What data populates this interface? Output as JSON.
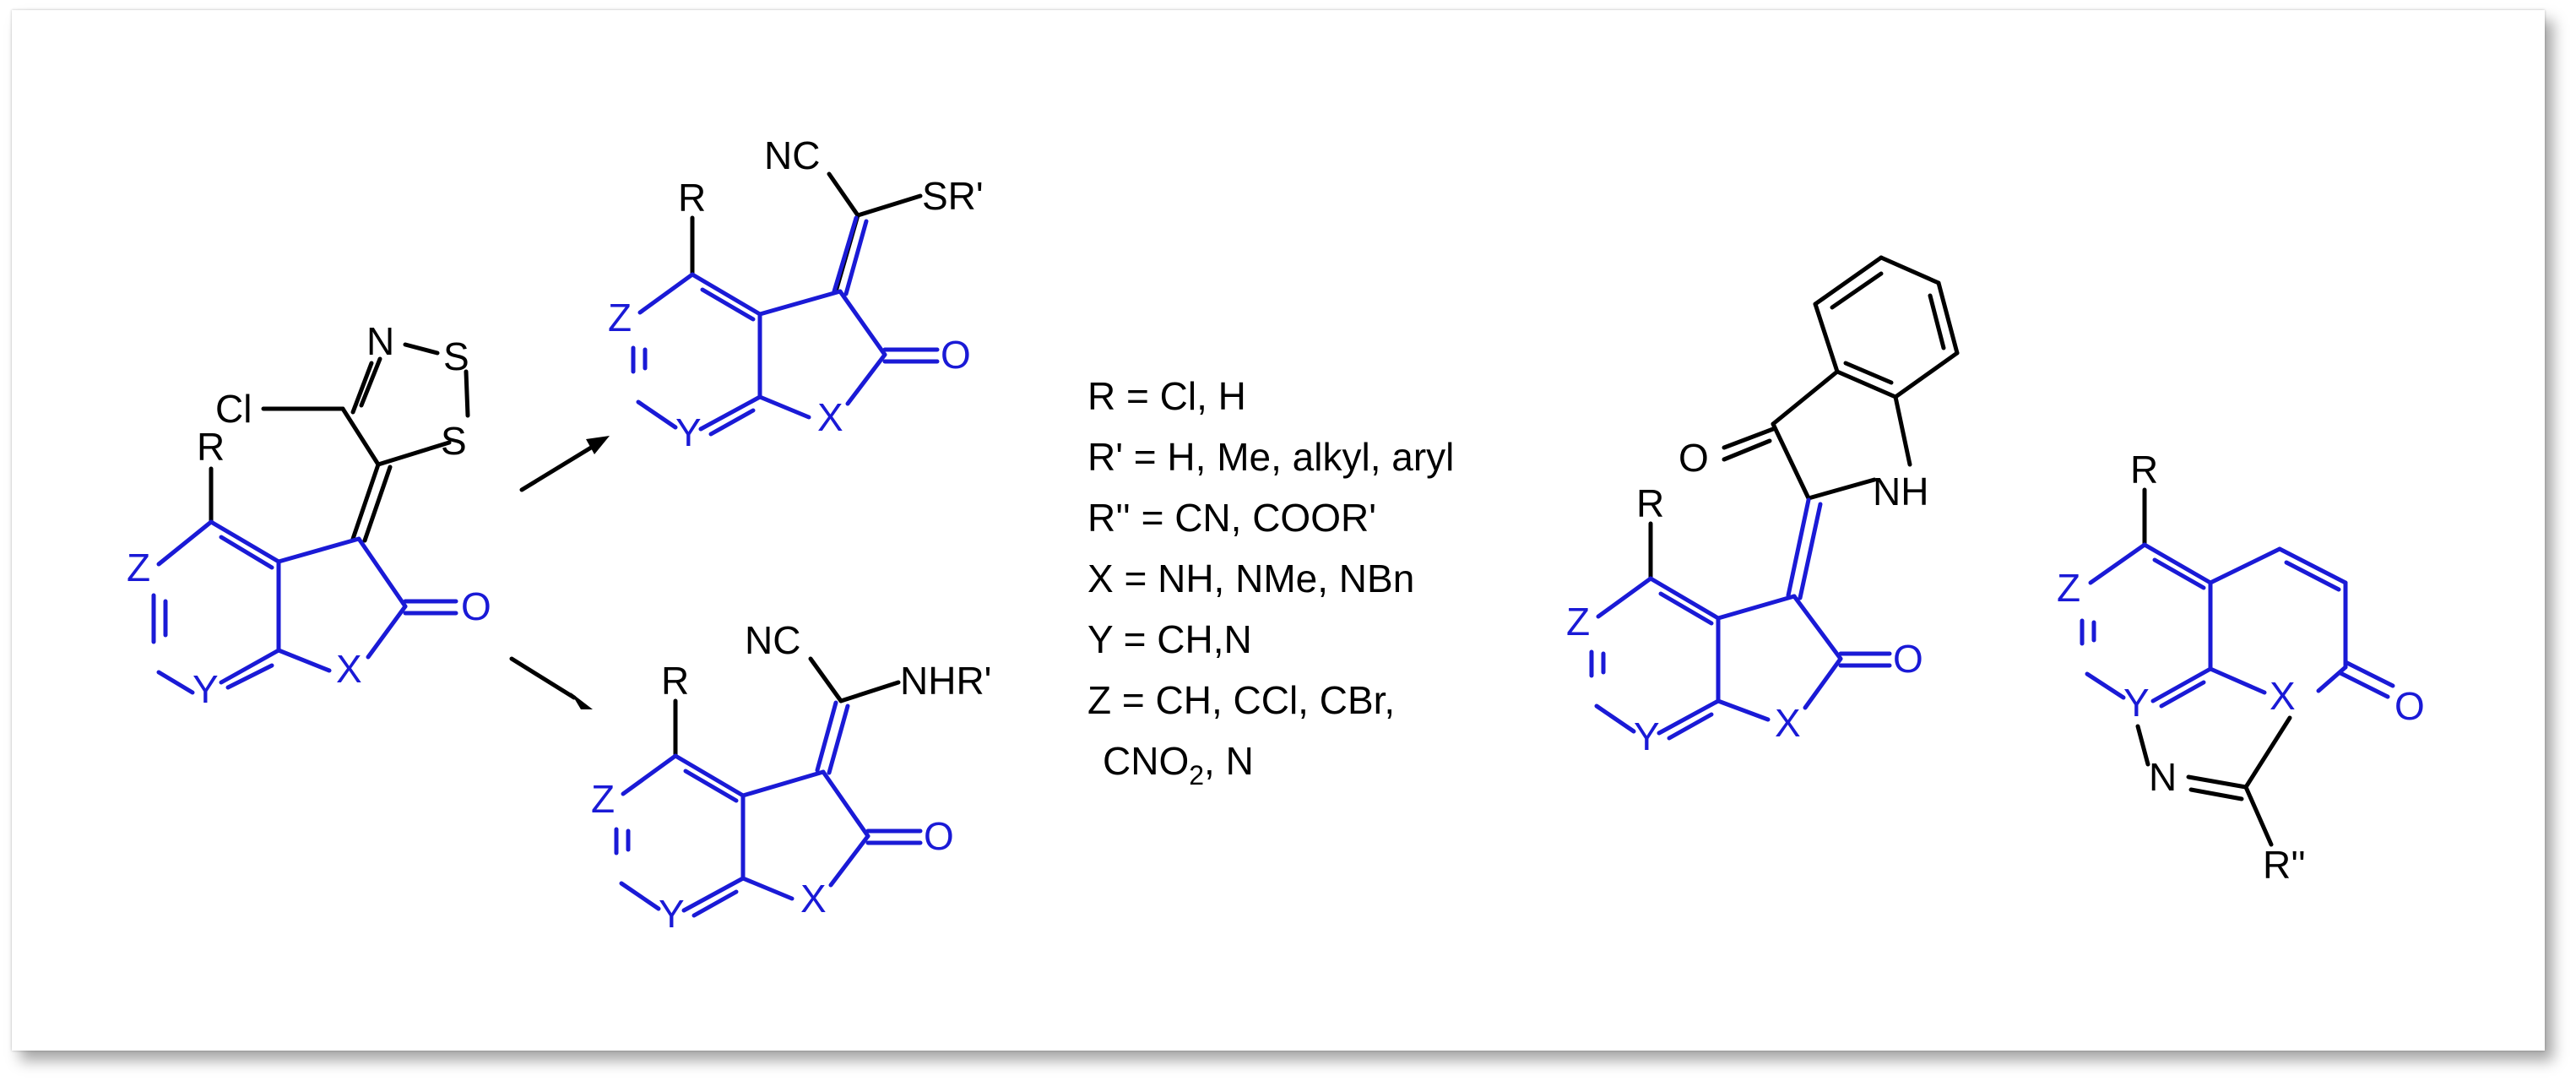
{
  "colors": {
    "scaffold": "#1a1ad6",
    "substituent": "#000000",
    "background": "#ffffff"
  },
  "atoms": {
    "n": "N",
    "s": "S",
    "cl": "Cl",
    "r": "R",
    "z": "Z",
    "y": "Y",
    "x": "X",
    "o": "O",
    "nc": "NC",
    "sr": "SR'",
    "nhr": "NHR'",
    "nh": "NH",
    "rpp": "R''"
  },
  "legend": {
    "line1": "R = Cl, H",
    "line2": "R' = H, Me, alkyl, aryl",
    "line3": "R'' = CN, COOR'",
    "line4": "X = NH, NMe, NBn",
    "line5": "Y = CH,N",
    "line6": "Z = CH, CCl, CBr,",
    "line7_a": "CNO",
    "line7_sub": "2",
    "line7_b": ", N"
  }
}
